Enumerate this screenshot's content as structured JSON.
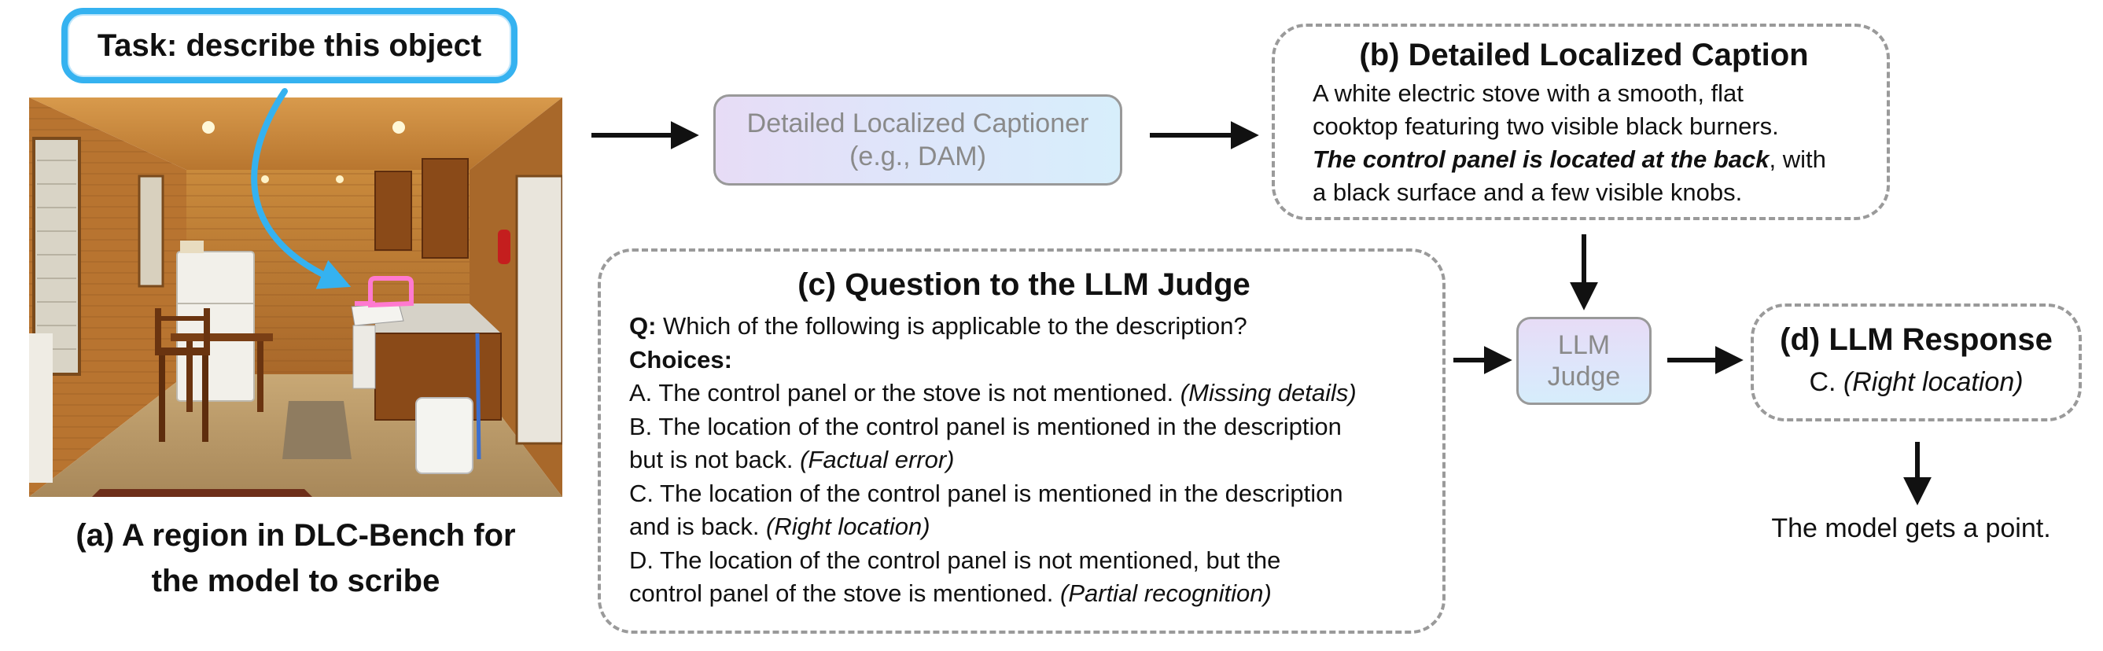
{
  "task": {
    "text": "Task: describe this object"
  },
  "region_caption": {
    "line1": "(a) A region in DLC-Bench for",
    "line2": "the model to scribe"
  },
  "captioner": {
    "line1": "Detailed Localized Captioner",
    "line2": "(e.g., DAM)"
  },
  "box_b": {
    "title": "(b) Detailed Localized Caption",
    "line1": "A white electric stove with a smooth, flat",
    "line2": "cooktop featuring two visible black burners.",
    "line3_bold_italic": "The control panel is located at the back",
    "line3_rest": ", with",
    "line4": "a black surface and a few visible knobs."
  },
  "box_c": {
    "title": "(c) Question to the LLM Judge",
    "q_label": "Q:",
    "q_text": " Which of the following is applicable to the description?",
    "choices_label": "Choices:",
    "a_text": "A. The control panel or the stove is not mentioned. ",
    "a_tag": "(Missing details)",
    "b_line1": "B. The location of the control panel is mentioned in the description",
    "b_line2": "but is not back. ",
    "b_tag": "(Factual error)",
    "c_line1": "C. The location of the control panel is mentioned in the description",
    "c_line2": "and is back. ",
    "c_tag": "(Right location)",
    "d_line1": "D. The location of the control panel is not mentioned, but the",
    "d_line2": "control panel of the stove is mentioned. ",
    "d_tag": "(Partial recognition)"
  },
  "judge": {
    "line1": "LLM",
    "line2": "Judge"
  },
  "box_d": {
    "title": "(d) LLM Response",
    "answer_prefix": "C. ",
    "answer_tag": "(Right location)"
  },
  "final": {
    "text": "The model gets a point."
  },
  "colors": {
    "task_border": "#35b2f0",
    "highlight": "#ff7ad0",
    "box_gradient_start": "#e7dcf6",
    "box_gradient_end": "#d7eefb",
    "dashed_border": "#9a9a9a"
  }
}
